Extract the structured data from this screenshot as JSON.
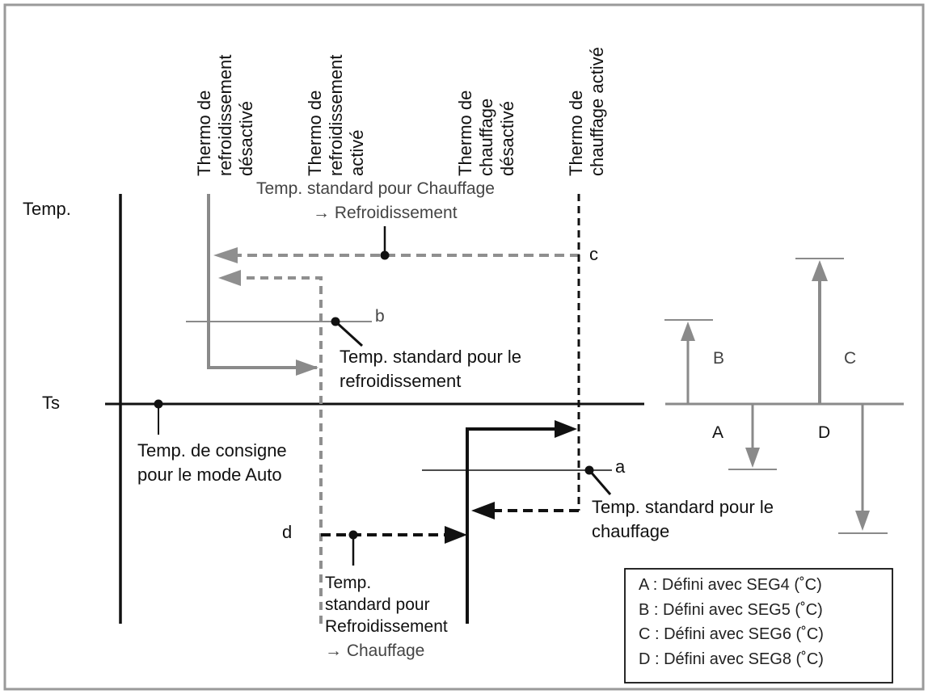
{
  "colors": {
    "black": "#111111",
    "gray": "#8a8a8a",
    "dashed_gray": "#8f8f8f",
    "frame": "#9a9a9a"
  },
  "column_headers": {
    "cool_off": [
      "Thermo de",
      "refroidissement",
      "désactivé"
    ],
    "cool_on": [
      "Thermo de",
      "refroidissement",
      "activé"
    ],
    "heat_off": [
      "Thermo de",
      "chauffage",
      "désactivé"
    ],
    "heat_on": [
      "Thermo de",
      "chauffage activé"
    ]
  },
  "axis": {
    "temp_label": "Temp.",
    "ts_label": "Ts"
  },
  "annotations": {
    "heat_to_cool": [
      "Temp. standard pour Chauffage",
      "→ Refroidissement"
    ],
    "cooling_std": [
      "Temp. standard pour le",
      "refroidissement"
    ],
    "auto_setpoint": [
      "Temp. de consigne",
      "pour le mode Auto"
    ],
    "heating_std": [
      "Temp. standard pour le",
      "chauffage"
    ],
    "cool_to_heat": [
      "Temp.",
      "standard pour",
      "Refroidissement",
      "→ Chauffage"
    ]
  },
  "point_letters": {
    "a": "a",
    "b": "b",
    "c": "c",
    "d": "d"
  },
  "range_letters": {
    "A": "A",
    "B": "B",
    "C": "C",
    "D": "D"
  },
  "legend": [
    "A : Défini avec SEG4 (˚C)",
    "B : Défini avec SEG5 (˚C)",
    "C : Défini avec SEG6 (˚C)",
    "D : Défini avec SEG8 (˚C)"
  ]
}
